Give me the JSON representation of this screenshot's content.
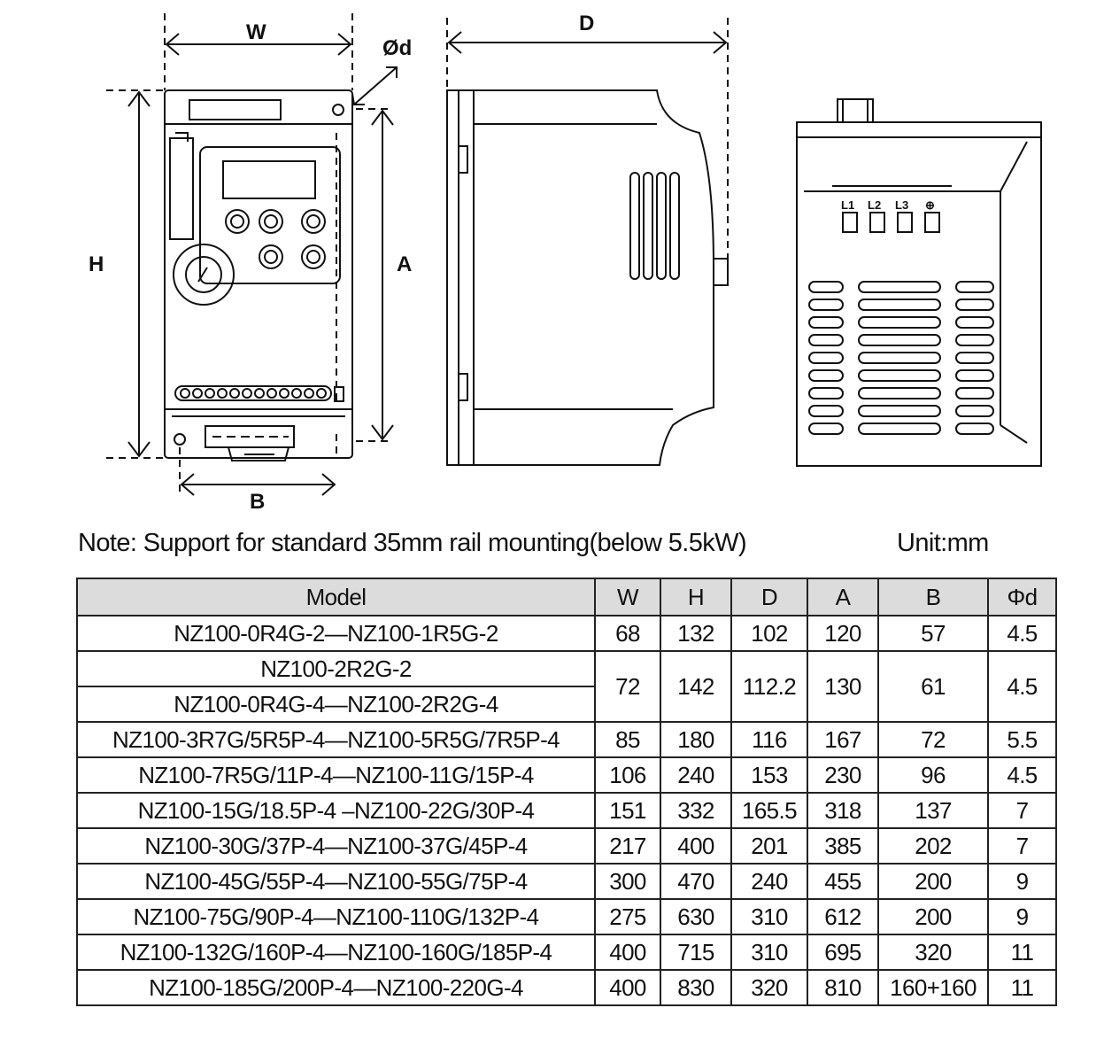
{
  "diagram": {
    "labels": {
      "w": "W",
      "d": "D",
      "phi_d": "Ød",
      "h": "H",
      "a": "A",
      "b": "B"
    },
    "terminal_labels": [
      "L1",
      "L2",
      "L3",
      "⊕"
    ]
  },
  "note": "Note: Support for standard 35mm rail mounting(below 5.5kW)",
  "unit": "Unit:mm",
  "table": {
    "headers": [
      "Model",
      "W",
      "H",
      "D",
      "A",
      "B",
      "Φd"
    ],
    "rows": [
      {
        "model": "NZ100-0R4G-2—NZ100-1R5G-2",
        "w": "68",
        "h": "132",
        "d": "102",
        "a": "120",
        "b": "57",
        "phi_d": "4.5"
      },
      {
        "model": "NZ100-2R2G-2",
        "model2": "NZ100-0R4G-4—NZ100-2R2G-4",
        "w": "72",
        "h": "142",
        "d": "112.2",
        "a": "130",
        "b": "61",
        "phi_d": "4.5"
      },
      {
        "model": "NZ100-3R7G/5R5P-4—NZ100-5R5G/7R5P-4",
        "w": "85",
        "h": "180",
        "d": "116",
        "a": "167",
        "b": "72",
        "phi_d": "5.5"
      },
      {
        "model": "NZ100-7R5G/11P-4—NZ100-11G/15P-4",
        "w": "106",
        "h": "240",
        "d": "153",
        "a": "230",
        "b": "96",
        "phi_d": "4.5"
      },
      {
        "model": "NZ100-15G/18.5P-4 –NZ100-22G/30P-4",
        "w": "151",
        "h": "332",
        "d": "165.5",
        "a": "318",
        "b": "137",
        "phi_d": "7"
      },
      {
        "model": "NZ100-30G/37P-4—NZ100-37G/45P-4",
        "w": "217",
        "h": "400",
        "d": "201",
        "a": "385",
        "b": "202",
        "phi_d": "7"
      },
      {
        "model": "NZ100-45G/55P-4—NZ100-55G/75P-4",
        "w": "300",
        "h": "470",
        "d": "240",
        "a": "455",
        "b": "200",
        "phi_d": "9"
      },
      {
        "model": "NZ100-75G/90P-4—NZ100-110G/132P-4",
        "w": "275",
        "h": "630",
        "d": "310",
        "a": "612",
        "b": "200",
        "phi_d": "9"
      },
      {
        "model": "NZ100-132G/160P-4—NZ100-160G/185P-4",
        "w": "400",
        "h": "715",
        "d": "310",
        "a": "695",
        "b": "320",
        "phi_d": "11"
      },
      {
        "model": "NZ100-185G/200P-4—NZ100-220G-4",
        "w": "400",
        "h": "830",
        "d": "320",
        "a": "810",
        "b": "160+160",
        "phi_d": "11"
      }
    ]
  }
}
